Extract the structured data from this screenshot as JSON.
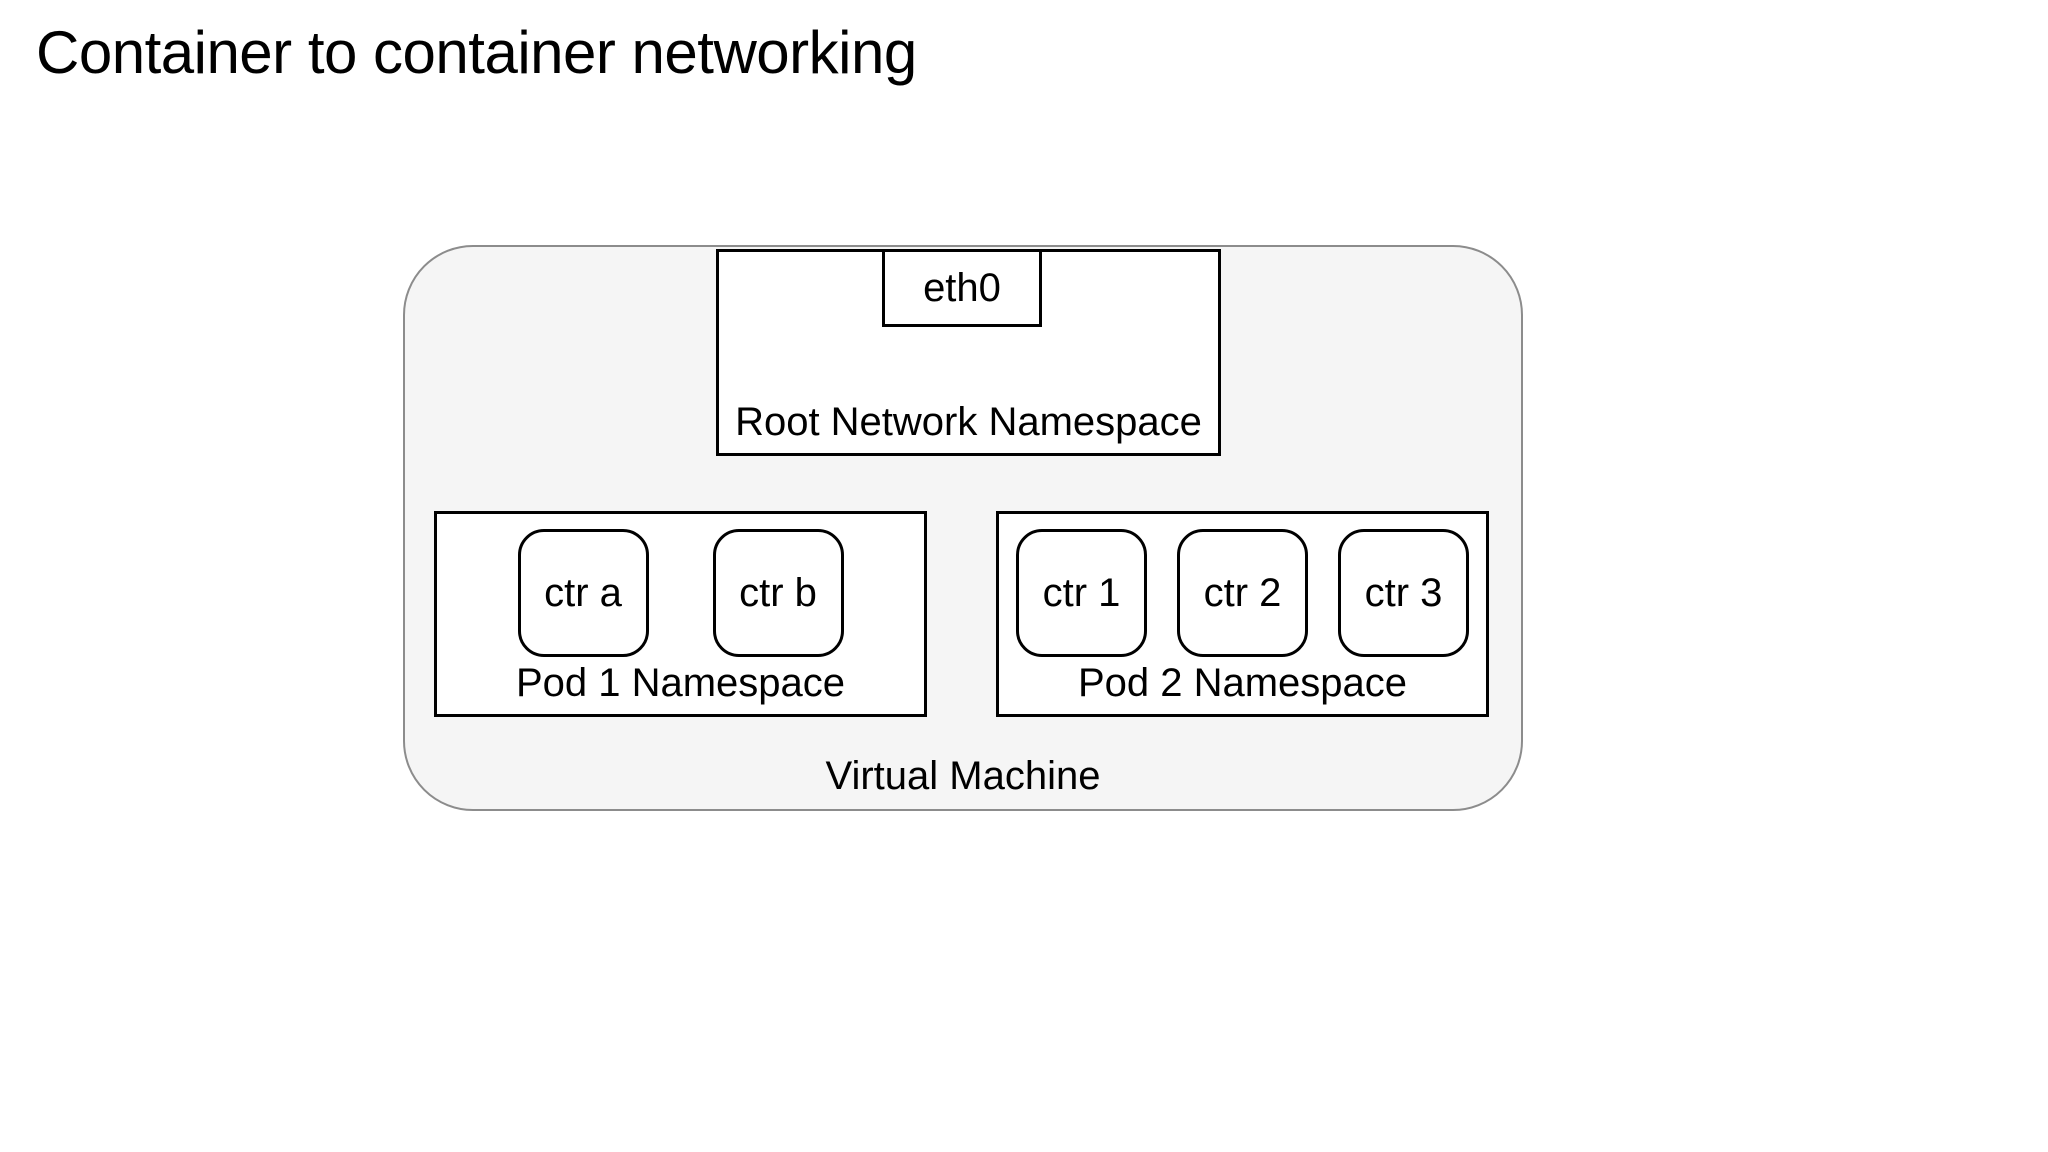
{
  "title": "Container to container networking",
  "diagram": {
    "virtual_machine": {
      "label": "Virtual Machine"
    },
    "root_namespace": {
      "label": "Root Network Namespace",
      "eth0_label": "eth0"
    },
    "pods": [
      {
        "label": "Pod 1 Namespace",
        "containers": [
          "ctr a",
          "ctr b"
        ]
      },
      {
        "label": "Pod 2 Namespace",
        "containers": [
          "ctr 1",
          "ctr 2",
          "ctr 3"
        ]
      }
    ]
  },
  "colors": {
    "background": "#ffffff",
    "vm_fill": "#f5f5f5",
    "vm_border": "#8c8c8c",
    "box_fill": "#ffffff",
    "box_border": "#000000",
    "text": "#000000"
  }
}
